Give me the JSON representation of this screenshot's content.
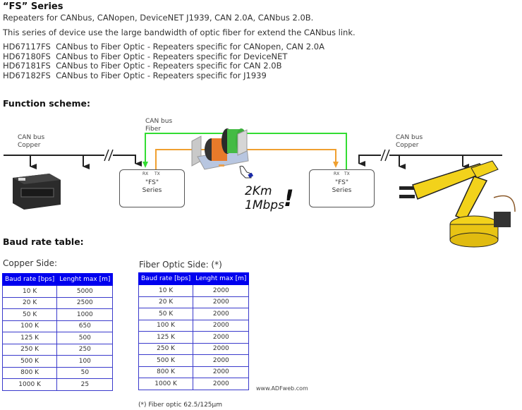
{
  "header": {
    "title": "“FS” Series",
    "subtitle": "Repeaters for CANbus, CANopen, DeviceNET J1939, CAN 2.0A, CANbus 2.0B.",
    "description": "This series of device use the large bandwidth of optic fiber for extend the CANbus link."
  },
  "products": [
    {
      "code": "HD67117FS",
      "desc": "CANbus to Fiber Optic - Repeaters specific for CANopen, CAN 2.0A"
    },
    {
      "code": "HD67180FS",
      "desc": "CANbus to Fiber Optic - Repeaters specific for DeviceNET"
    },
    {
      "code": "HD67181FS",
      "desc": "CANbus to Fiber Optic - Repeaters specific for CAN 2.0B"
    },
    {
      "code": "HD67182FS",
      "desc": "CANbus to Fiber Optic - Repeaters specific for J1939"
    }
  ],
  "function_scheme": {
    "heading": "Function scheme:",
    "copper_label_left": [
      "CAN bus",
      "Copper"
    ],
    "copper_label_right": [
      "CAN bus",
      "Copper"
    ],
    "fiber_label": [
      "CAN bus",
      "Fiber"
    ],
    "device_left": {
      "rx": "RX",
      "tx": "TX",
      "name": [
        "\"FS\"",
        "Series"
      ]
    },
    "device_right": {
      "rx": "RX",
      "tx": "TX",
      "name": [
        "\"FS\"",
        "Series"
      ]
    },
    "distance": "2Km",
    "speed": "1Mbps",
    "exclamation": "!",
    "colors": {
      "fiber_rx": "#33dd33",
      "fiber_tx": "#f0a030",
      "bus": "#222222"
    }
  },
  "baud": {
    "heading": "Baud rate table:",
    "copper": {
      "label": "Copper Side:",
      "headers": [
        "Baud rate [bps]",
        "Lenght max [m]"
      ],
      "rows": [
        [
          "10 K",
          "5000"
        ],
        [
          "20 K",
          "2500"
        ],
        [
          "50 K",
          "1000"
        ],
        [
          "100 K",
          "650"
        ],
        [
          "125 K",
          "500"
        ],
        [
          "250 K",
          "250"
        ],
        [
          "500 K",
          "100"
        ],
        [
          "800 K",
          "50"
        ],
        [
          "1000 K",
          "25"
        ]
      ]
    },
    "fiber": {
      "label": "Fiber Optic Side: (*)",
      "headers": [
        "Baud rate [bps]",
        "Lenght max [m]"
      ],
      "rows": [
        [
          "10 K",
          "2000"
        ],
        [
          "20 K",
          "2000"
        ],
        [
          "50 K",
          "2000"
        ],
        [
          "100 K",
          "2000"
        ],
        [
          "125 K",
          "2000"
        ],
        [
          "250 K",
          "2000"
        ],
        [
          "500 K",
          "2000"
        ],
        [
          "800 K",
          "2000"
        ],
        [
          "1000 K",
          "2000"
        ]
      ]
    },
    "footnote": "(*) Fiber optic 62.5/125µm",
    "website": "www.ADFweb.com"
  },
  "table_header_color": "#0000ee"
}
